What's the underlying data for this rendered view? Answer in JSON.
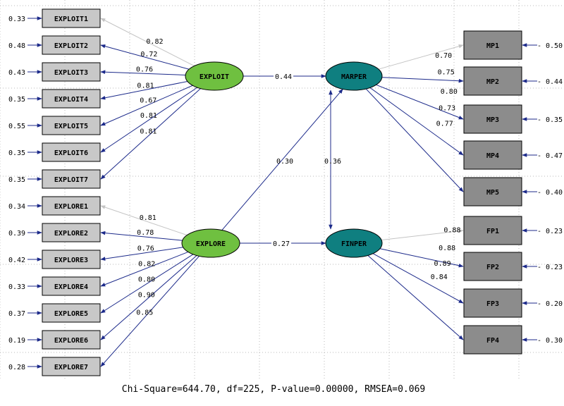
{
  "colors": {
    "grid": "#b9b9b9",
    "exo_latent": "#6fc040",
    "endo_latent": "#0f7f80",
    "indicator_left": "#c8c8c8",
    "indicator_right": "#8c8c8c",
    "path": "#1c2a8a",
    "fixed_path": "#c4c4c4"
  },
  "latents": [
    {
      "id": "EXPLOIT",
      "label": "EXPLOIT",
      "kind": "exo"
    },
    {
      "id": "EXPLORE",
      "label": "EXPLORE",
      "kind": "exo"
    },
    {
      "id": "MARPER",
      "label": "MARPER",
      "kind": "endo"
    },
    {
      "id": "FINPER",
      "label": "FINPER",
      "kind": "endo"
    }
  ],
  "left_indicators": [
    {
      "label": "EXPLOIT1",
      "latent": "EXPLOIT",
      "loading": "0.82",
      "error": "0.33",
      "fixed": true
    },
    {
      "label": "EXPLOIT2",
      "latent": "EXPLOIT",
      "loading": "0.72",
      "error": "0.48",
      "fixed": false
    },
    {
      "label": "EXPLOIT3",
      "latent": "EXPLOIT",
      "loading": "0.76",
      "error": "0.43",
      "fixed": false
    },
    {
      "label": "EXPLOIT4",
      "latent": "EXPLOIT",
      "loading": "0.81",
      "error": "0.35",
      "fixed": false
    },
    {
      "label": "EXPLOIT5",
      "latent": "EXPLOIT",
      "loading": "0.67",
      "error": "0.55",
      "fixed": false
    },
    {
      "label": "EXPLOIT6",
      "latent": "EXPLOIT",
      "loading": "0.81",
      "error": "0.35",
      "fixed": false
    },
    {
      "label": "EXPLOIT7",
      "latent": "EXPLOIT",
      "loading": "0.81",
      "error": "0.35",
      "fixed": false
    },
    {
      "label": "EXPLORE1",
      "latent": "EXPLORE",
      "loading": "0.81",
      "error": "0.34",
      "fixed": true
    },
    {
      "label": "EXPLORE2",
      "latent": "EXPLORE",
      "loading": "0.78",
      "error": "0.39",
      "fixed": false
    },
    {
      "label": "EXPLORE3",
      "latent": "EXPLORE",
      "loading": "0.76",
      "error": "0.42",
      "fixed": false
    },
    {
      "label": "EXPLORE4",
      "latent": "EXPLORE",
      "loading": "0.82",
      "error": "0.33",
      "fixed": false
    },
    {
      "label": "EXPLORE5",
      "latent": "EXPLORE",
      "loading": "0.80",
      "error": "0.37",
      "fixed": false
    },
    {
      "label": "EXPLORE6",
      "latent": "EXPLORE",
      "loading": "0.90",
      "error": "0.19",
      "fixed": false
    },
    {
      "label": "EXPLORE7",
      "latent": "EXPLORE",
      "loading": "0.85",
      "error": "0.28",
      "fixed": false
    }
  ],
  "right_indicators": [
    {
      "label": "MP1",
      "latent": "MARPER",
      "loading": "0.70",
      "error": "0.50",
      "fixed": true
    },
    {
      "label": "MP2",
      "latent": "MARPER",
      "loading": "0.75",
      "error": "0.44",
      "fixed": false
    },
    {
      "label": "MP3",
      "latent": "MARPER",
      "loading": "0.80",
      "error": "0.35",
      "fixed": false
    },
    {
      "label": "MP4",
      "latent": "MARPER",
      "loading": "0.73",
      "error": "0.47",
      "fixed": false
    },
    {
      "label": "MP5",
      "latent": "MARPER",
      "loading": "0.77",
      "error": "0.40",
      "fixed": false
    },
    {
      "label": "FP1",
      "latent": "FINPER",
      "loading": "0.88",
      "error": "0.23",
      "fixed": true
    },
    {
      "label": "FP2",
      "latent": "FINPER",
      "loading": "0.88",
      "error": "0.23",
      "fixed": false
    },
    {
      "label": "FP3",
      "latent": "FINPER",
      "loading": "0.89",
      "error": "0.20",
      "fixed": false
    },
    {
      "label": "FP4",
      "latent": "FINPER",
      "loading": "0.84",
      "error": "0.30",
      "fixed": false
    }
  ],
  "structural_paths": [
    {
      "from": "EXPLOIT",
      "to": "MARPER",
      "coef": "0.44"
    },
    {
      "from": "EXPLORE",
      "to": "FINPER",
      "coef": "0.27"
    },
    {
      "from": "EXPLORE",
      "to": "MARPER",
      "coef": "0.30"
    },
    {
      "from": "MARPER",
      "to": "FINPER",
      "coef": "0.36"
    }
  ],
  "fit_statistics": "Chi-Square=644.70, df=225, P-value=0.00000, RMSEA=0.069"
}
